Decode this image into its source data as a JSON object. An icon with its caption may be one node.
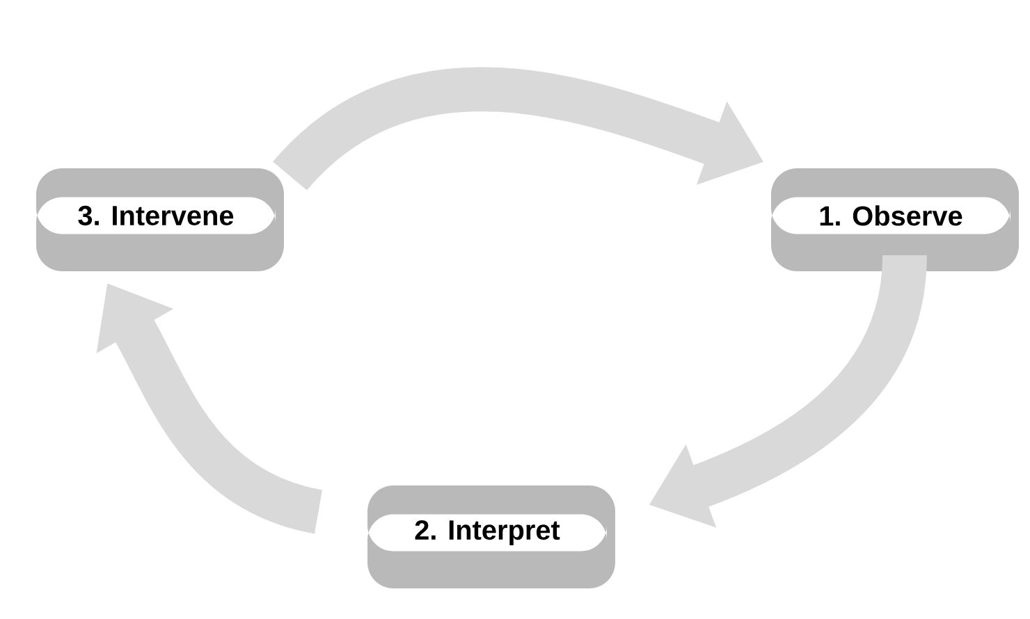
{
  "diagram": {
    "nodes": [
      {
        "text": [
          "3. Intervene"
        ]
      },
      {
        "text": [
          "1. Observe"
        ]
      },
      {
        "text": [
          "2. Interpret"
        ]
      }
    ],
    "edges": [
      {
        "from": 0,
        "to": 1,
        "arrow": "to"
      },
      {
        "from": 1,
        "to": 2,
        "arrow": "to"
      },
      {
        "from": 2,
        "to": 0,
        "arrow": "to"
      }
    ]
  }
}
